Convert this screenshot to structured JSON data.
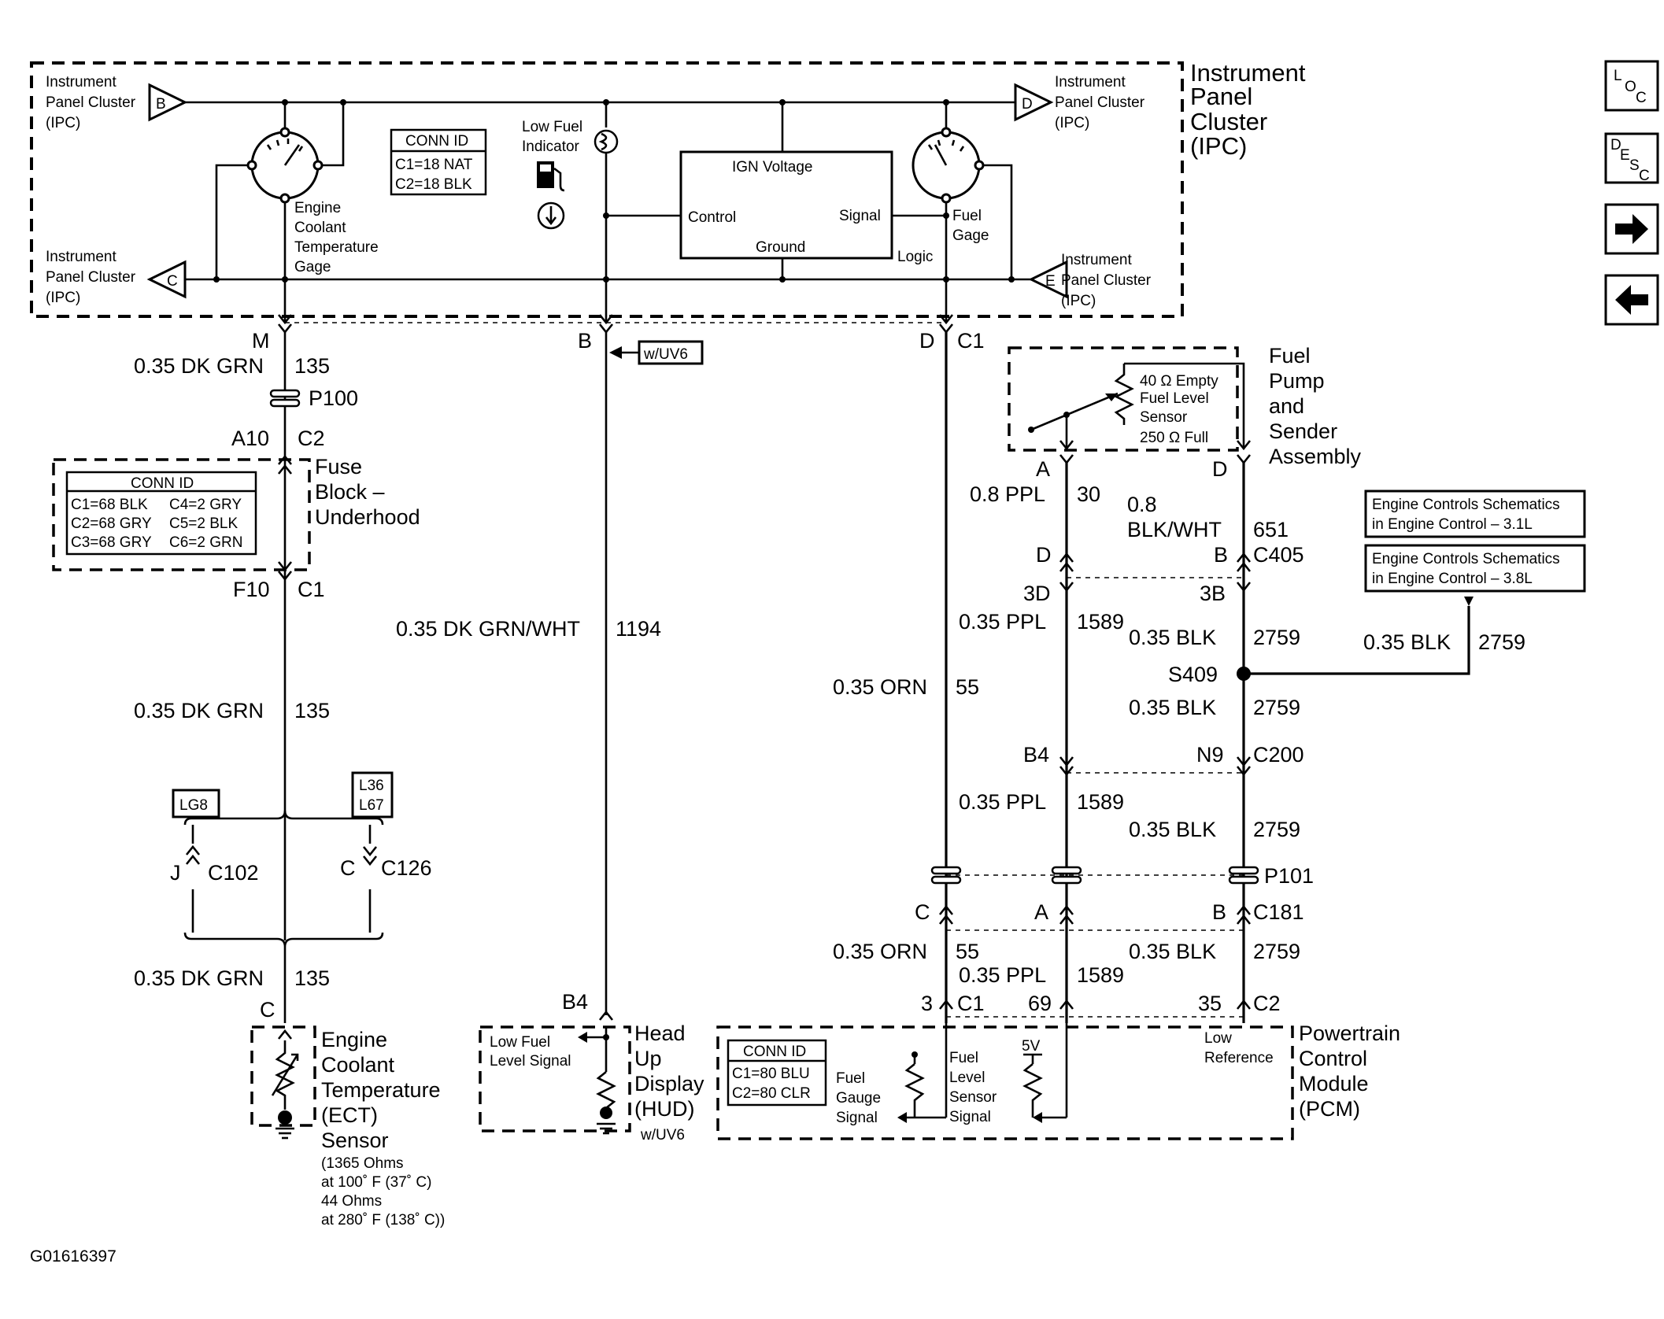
{
  "ipc": {
    "title_1": "Instrument",
    "title_2": "Panel",
    "title_3": "Cluster",
    "title_4": "(IPC)",
    "pin_b_label_1": "Instrument",
    "pin_b_label_2": "Panel Cluster",
    "pin_b_label_3": "(IPC)",
    "pin_c_label_1": "Instrument",
    "pin_c_label_2": "Panel Cluster",
    "pin_c_label_3": "(IPC)",
    "pin_d_label_1": "Instrument",
    "pin_d_label_2": "Panel Cluster",
    "pin_d_label_3": "(IPC)",
    "pin_e_label_1": "Instrument",
    "pin_e_label_2": "Panel Cluster",
    "pin_e_label_3": "(IPC)",
    "pin_b": "B",
    "pin_c": "C",
    "pin_d": "D",
    "pin_e": "E",
    "ect_gage_1": "Engine",
    "ect_gage_2": "Coolant",
    "ect_gage_3": "Temperature",
    "ect_gage_4": "Gage",
    "low_fuel_1": "Low Fuel",
    "low_fuel_2": "Indicator",
    "conn_id_title": "CONN ID",
    "conn_id_1": "C1=18 NAT",
    "conn_id_2": "C2=18 BLK",
    "ign_voltage": "IGN Voltage",
    "control": "Control",
    "signal": "Signal",
    "ground": "Ground",
    "logic": "Logic",
    "fuel_gage_1": "Fuel",
    "fuel_gage_2": "Gage"
  },
  "nav": {
    "loc_l": "L",
    "loc_o": "O",
    "loc_c": "C",
    "desc_d": "D",
    "desc_e": "E",
    "desc_s": "S",
    "desc_c": "C"
  },
  "left": {
    "pin_m": "M",
    "wire_1": "0.35 DK GRN",
    "circuit_1": "135",
    "splice_p100": "P100",
    "pin_a10": "A10",
    "conn_c2": "C2",
    "fuse_block_1": "Fuse",
    "fuse_block_2": "Block –",
    "fuse_block_3": "Underhood",
    "conn_id_title": "CONN ID",
    "conn_row_1a": "C1=68 BLK",
    "conn_row_1b": "C4=2 GRY",
    "conn_row_2a": "C2=68 GRY",
    "conn_row_2b": "C5=2 BLK",
    "conn_row_3a": "C3=68 GRY",
    "conn_row_3b": "C6=2 GRN",
    "pin_f10": "F10",
    "conn_c1": "C1",
    "wire_2": "0.35 DK GRN",
    "circuit_2": "135",
    "opt_lg8": "LG8",
    "opt_l36": "L36",
    "opt_l67": "L67",
    "pin_j": "J",
    "conn_c102": "C102",
    "pin_c": "C",
    "conn_c126": "C126",
    "wire_3": "0.35 DK GRN",
    "circuit_3": "135",
    "pin_c_bottom": "C",
    "ect_1": "Engine",
    "ect_2": "Coolant",
    "ect_3": "Temperature",
    "ect_4": "(ECT)",
    "ect_5": "Sensor",
    "ect_6": "(1365 Ohms",
    "ect_7": "at 100˚ F (37˚ C)",
    "ect_8": "44 Ohms",
    "ect_9": "at 280˚ F (138˚ C))"
  },
  "middle": {
    "pin_b": "B",
    "opt_uv6": "w/UV6",
    "wire": "0.35 DK GRN/WHT",
    "circuit": "1194",
    "pin_b4": "B4",
    "low_fuel_signal_1": "Low Fuel",
    "low_fuel_signal_2": "Level Signal",
    "hud_1": "Head",
    "hud_2": "Up",
    "hud_3": "Display",
    "hud_4": "(HUD)",
    "hud_opt": "w/UV6"
  },
  "right": {
    "pin_d": "D",
    "conn_c1_top": "C1",
    "fuel_pump_1": "Fuel",
    "fuel_pump_2": "Pump",
    "fuel_pump_3": "and",
    "fuel_pump_4": "Sender",
    "fuel_pump_5": "Assembly",
    "sensor_1": "40 Ω  Empty",
    "sensor_2": "Fuel Level",
    "sensor_3": "Sensor",
    "sensor_4": "250 Ω Full",
    "pin_a": "A",
    "pin_d2": "D",
    "wire_ppl_1": "0.8 PPL",
    "circuit_30": "30",
    "wire_blk_1a": "0.8",
    "wire_blk_1b": "BLK/WHT",
    "circuit_651": "651",
    "pin_d3": "D",
    "pin_b": "B",
    "conn_c405": "C405",
    "pin_3d": "3D",
    "pin_3b": "3B",
    "wire_ppl_2": "0.35 PPL",
    "circuit_1589_a": "1589",
    "wire_blk_2": "0.35 BLK",
    "circuit_2759_a": "2759",
    "ecs_31_1": "Engine Controls Schematics",
    "ecs_31_2": "in Engine Control – 3.1L",
    "ecs_38_1": "Engine Controls Schematics",
    "ecs_38_2": "in Engine Control – 3.8L",
    "wire_blk_ecs": "0.35 BLK",
    "circuit_2759_ecs": "2759",
    "splice_s409": "S409",
    "wire_orn_1": "0.35 ORN",
    "circuit_55_a": "55",
    "wire_blk_3": "0.35 BLK",
    "circuit_2759_b": "2759",
    "pin_b4": "B4",
    "pin_n9": "N9",
    "conn_c200": "C200",
    "wire_ppl_3": "0.35 PPL",
    "circuit_1589_b": "1589",
    "wire_blk_4": "0.35 BLK",
    "circuit_2759_c": "2759",
    "splice_p101": "P101",
    "pin_c": "C",
    "pin_a2": "A",
    "pin_b2": "B",
    "conn_c181": "C181",
    "wire_orn_2": "0.35 ORN",
    "circuit_55_b": "55",
    "wire_ppl_4": "0.35 PPL",
    "circuit_1589_c": "1589",
    "wire_blk_5": "0.35 BLK",
    "circuit_2759_d": "2759",
    "pin_3": "3",
    "conn_c1_pcm": "C1",
    "pin_69": "69",
    "pin_35": "35",
    "conn_c2_pcm": "C2"
  },
  "pcm": {
    "title_1": "Powertrain",
    "title_2": "Control",
    "title_3": "Module",
    "title_4": "(PCM)",
    "conn_id_title": "CONN ID",
    "conn_id_1": "C1=80 BLU",
    "conn_id_2": "C2=80 CLR",
    "fgs_1": "Fuel",
    "fgs_2": "Gauge",
    "fgs_3": "Signal",
    "flss_1": "Fuel",
    "flss_2": "Level",
    "flss_3": "Sensor",
    "flss_4": "Signal",
    "v5": "5V",
    "low_ref_1": "Low",
    "low_ref_2": "Reference"
  },
  "figure_id": "G01616397"
}
